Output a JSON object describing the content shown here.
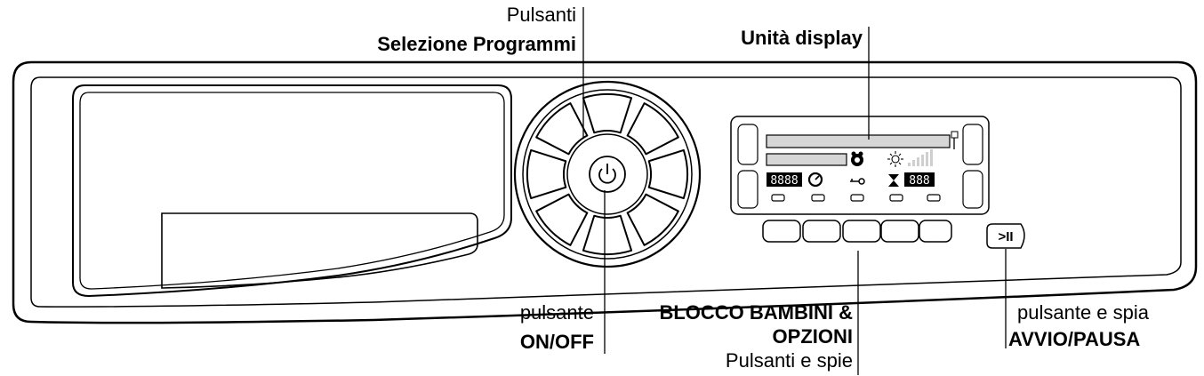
{
  "callouts": {
    "program_selector": {
      "line1": "Pulsanti",
      "line2": "Selezione Programmi"
    },
    "display_unit": {
      "title": "Unità display"
    },
    "power_button": {
      "line1": "pulsante",
      "line2": "ON/OFF"
    },
    "options": {
      "line1": "BLOCCO BAMBINI &",
      "line2": "OPZIONI",
      "line3": "Pulsanti e spie"
    },
    "start_pause": {
      "line1": "pulsante e spia",
      "line2": "AVVIO/PAUSA"
    }
  },
  "display": {
    "left_digits": "8888",
    "right_digits": "888"
  },
  "buttons": {
    "start_pause_symbol": ">II"
  },
  "icons": {
    "power": "power-icon",
    "baby": "baby-icon",
    "timer": "timer-icon",
    "key": "key-icon",
    "sun": "sun-icon",
    "hourglass": "hourglass-icon",
    "signal": "signal-bars-icon"
  }
}
